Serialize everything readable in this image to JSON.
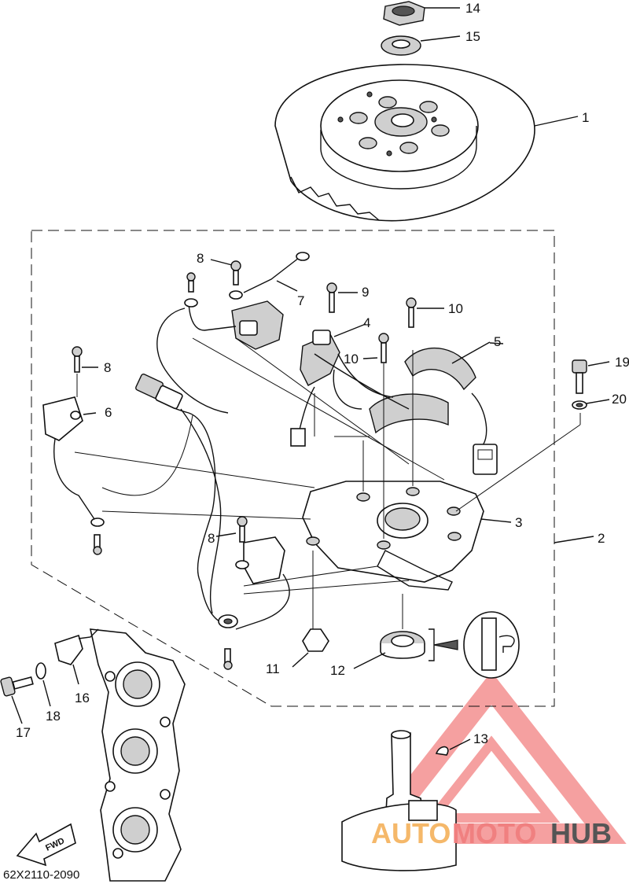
{
  "diagram": {
    "drawing_code": "62X2110-2090",
    "direction_label": "FWD",
    "callouts": {
      "c1": "1",
      "c2": "2",
      "c3": "3",
      "c4": "4",
      "c5": "5",
      "c6": "6",
      "c7": "7",
      "c8a": "8",
      "c8b": "8",
      "c8c": "8",
      "c9": "9",
      "c10a": "10",
      "c10b": "10",
      "c11": "11",
      "c12": "12",
      "c13": "13",
      "c14": "14",
      "c15": "15",
      "c16": "16",
      "c17": "17",
      "c18": "18",
      "c19": "19",
      "c20": "20"
    }
  },
  "watermark": {
    "part1": "AUTO",
    "part2": "MOTO",
    "part3": "HUB",
    "colors": {
      "red": "#f08080",
      "orange": "#f5b86a",
      "gray": "#555555"
    }
  }
}
